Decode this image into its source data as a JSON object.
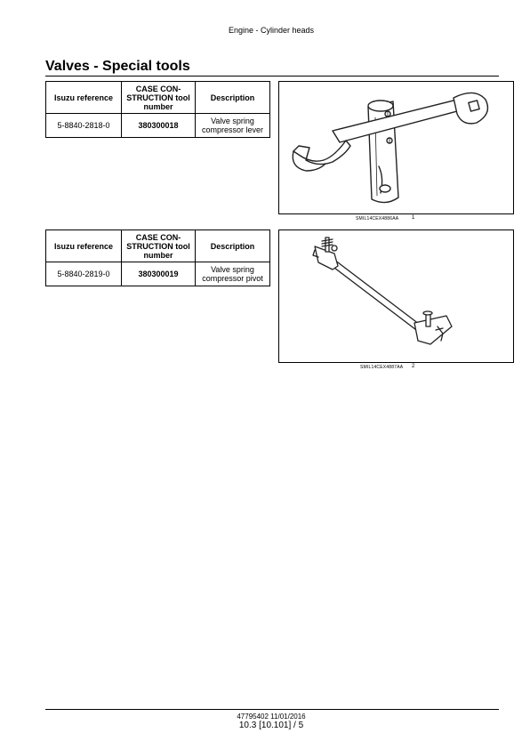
{
  "header": {
    "running_title": "Engine - Cylinder heads"
  },
  "section": {
    "title": "Valves - Special tools"
  },
  "tables": [
    {
      "headers": [
        "Isuzu reference",
        "CASE CON-STRUCTION tool number",
        "Description"
      ],
      "row": {
        "isuzu_ref": "5-8840-2818-0",
        "case_number": "380300018",
        "description": "Valve spring compressor lever"
      }
    },
    {
      "headers": [
        "Isuzu reference",
        "CASE CON-STRUCTION tool number",
        "Description"
      ],
      "row": {
        "isuzu_ref": "5-8840-2819-0",
        "case_number": "380300019",
        "description": "Valve spring compressor pivot"
      }
    }
  ],
  "figures": [
    {
      "code": "SMIL14CEX4886AA",
      "number": "1",
      "icon": "valve-spring-compressor-lever-illustration"
    },
    {
      "code": "SMIL14CEX4887AA",
      "number": "2",
      "icon": "valve-spring-compressor-pivot-illustration"
    }
  ],
  "footer": {
    "doc_ref": "47795402 11/01/2016",
    "page": "10.3 [10.101] / 5"
  }
}
